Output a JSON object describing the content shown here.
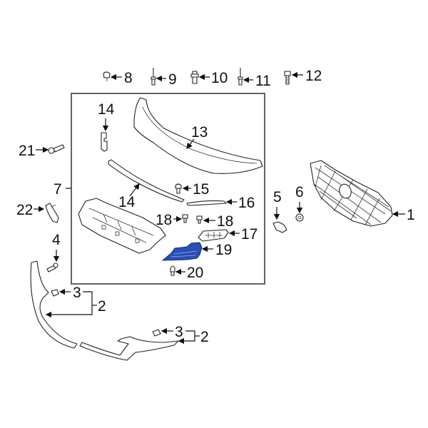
{
  "diagram": {
    "title": "Front bumper grille / lower cover parts diagram",
    "highlight_color": "#2a4fb5",
    "highlighted_part": "19",
    "callouts": [
      {
        "id": "c1",
        "label": "1",
        "part": "grille"
      },
      {
        "id": "c2a",
        "label": "2",
        "part": "lower cover trim (left)"
      },
      {
        "id": "c2b",
        "label": "2",
        "part": "lower cover trim (right)"
      },
      {
        "id": "c3a",
        "label": "3",
        "part": "clip"
      },
      {
        "id": "c3b",
        "label": "3",
        "part": "clip"
      },
      {
        "id": "c4",
        "label": "4",
        "part": "bolt"
      },
      {
        "id": "c5",
        "label": "5",
        "part": "bracket"
      },
      {
        "id": "c6",
        "label": "6",
        "part": "nut"
      },
      {
        "id": "c7",
        "label": "7",
        "part": "assembly group"
      },
      {
        "id": "c8",
        "label": "8",
        "part": "push clip"
      },
      {
        "id": "c9",
        "label": "9",
        "part": "rivet"
      },
      {
        "id": "c10",
        "label": "10",
        "part": "clip"
      },
      {
        "id": "c11",
        "label": "11",
        "part": "rivet"
      },
      {
        "id": "c12",
        "label": "12",
        "part": "screw"
      },
      {
        "id": "c13",
        "label": "13",
        "part": "upper molding"
      },
      {
        "id": "c14a",
        "label": "14",
        "part": "side bracket"
      },
      {
        "id": "c14b",
        "label": "14",
        "part": "molding strip"
      },
      {
        "id": "c15",
        "label": "15",
        "part": "retainer strip"
      },
      {
        "id": "c16",
        "label": "16",
        "part": "clip"
      },
      {
        "id": "c17",
        "label": "17",
        "part": "bracket"
      },
      {
        "id": "c18a",
        "label": "18",
        "part": "clip"
      },
      {
        "id": "c18b",
        "label": "18",
        "part": "clip"
      },
      {
        "id": "c19",
        "label": "19",
        "part": "deflector (highlighted)"
      },
      {
        "id": "c20",
        "label": "20",
        "part": "clip"
      },
      {
        "id": "c21",
        "label": "21",
        "part": "bolt"
      },
      {
        "id": "c22",
        "label": "22",
        "part": "bracket"
      }
    ]
  }
}
